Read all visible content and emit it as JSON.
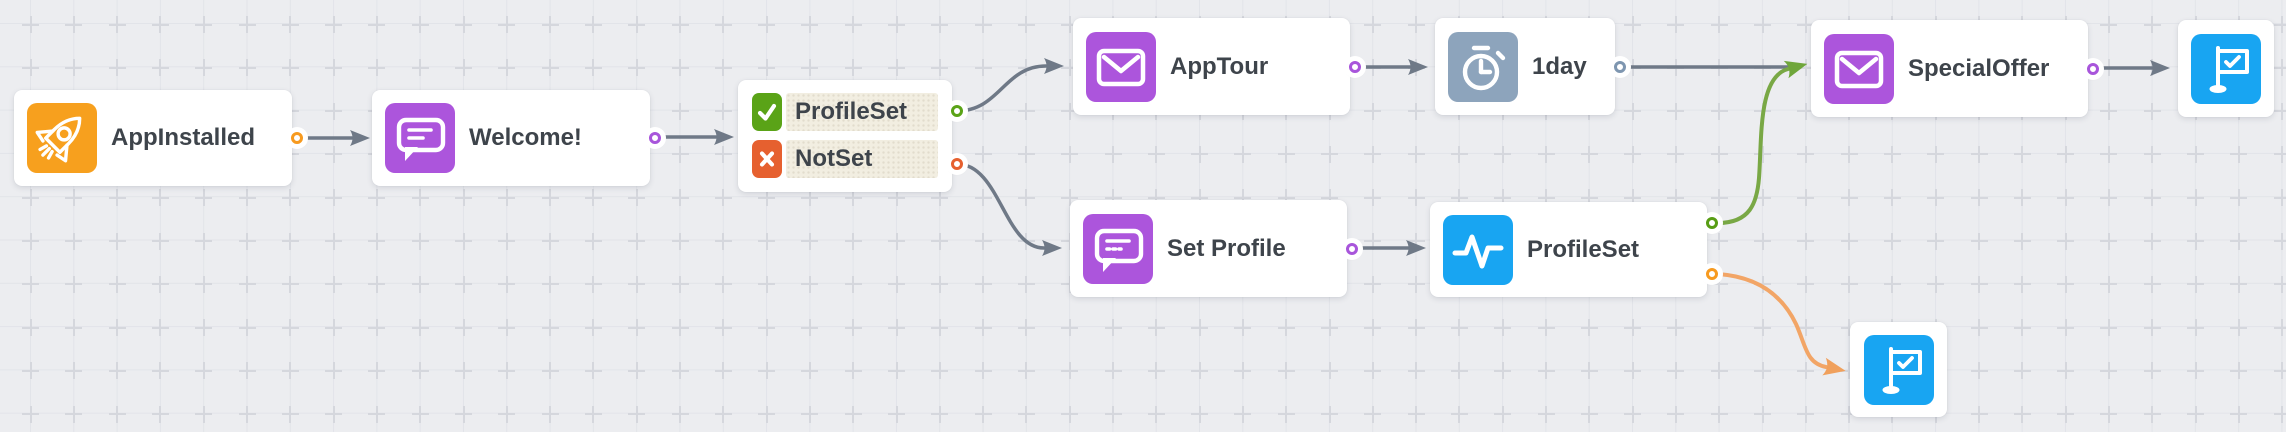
{
  "flow": {
    "background_color": "#ECEDF0",
    "grid_cross_color": "#D5D7DD",
    "nodes": {
      "appInstalled": {
        "label": "AppInstalled",
        "icon": "rocket-icon",
        "icon_color": "#F7A01E",
        "port_color": "#F79A1F"
      },
      "welcome": {
        "label": "Welcome!",
        "icon": "chat-icon",
        "icon_color": "#AC55DC",
        "port_color": "#A855DB"
      },
      "condition": {
        "branches": [
          {
            "label": "ProfileSet",
            "icon": "check-icon",
            "color": "#5AA317"
          },
          {
            "label": "NotSet",
            "icon": "x-icon",
            "color": "#E6602F"
          }
        ]
      },
      "appTour": {
        "label": "AppTour",
        "icon": "email-icon",
        "icon_color": "#AC55DC",
        "port_color": "#A855DB"
      },
      "wait": {
        "label": "1day",
        "icon": "timer-icon",
        "icon_color": "#8DA4BC",
        "port_color": "#7E96B0"
      },
      "setProfile": {
        "label": "Set Profile",
        "icon": "chat-icon",
        "icon_color": "#AC55DC",
        "port_color": "#A855DB"
      },
      "profileSetEvent": {
        "label": "ProfileSet",
        "icon": "pulse-icon",
        "icon_color": "#18A5F2",
        "port_colors": {
          "success": "#589D14",
          "fallback": "#F79A1F"
        }
      },
      "specialOffer": {
        "label": "SpecialOffer",
        "icon": "email-icon",
        "icon_color": "#AC55DC",
        "port_color": "#A855DB"
      },
      "endTop": {
        "icon": "flag-check-icon",
        "icon_color": "#18A5F2"
      },
      "endBottom": {
        "icon": "flag-check-icon",
        "icon_color": "#18A5F2"
      }
    },
    "edge_colors": {
      "default": "#6F7987",
      "success": "#79A845",
      "fallback": "#F2A566"
    }
  }
}
